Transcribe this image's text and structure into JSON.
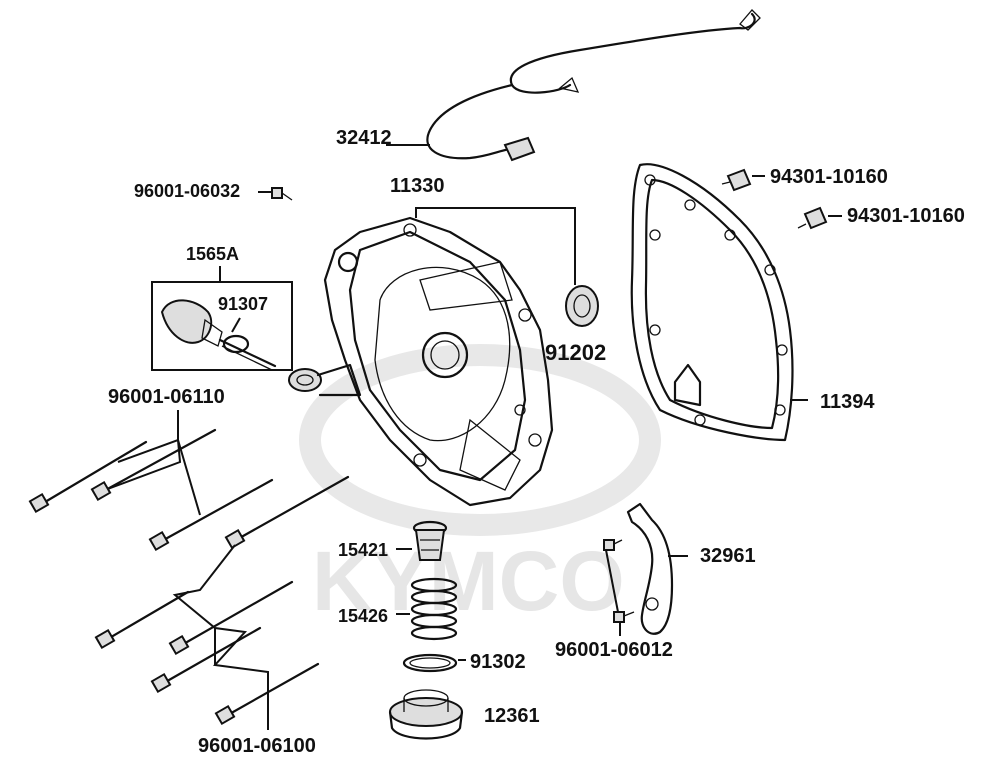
{
  "watermark": {
    "brand": "KYMCO"
  },
  "labels": {
    "p32412": "32412",
    "p96001_06032": "96001-06032",
    "p11330": "11330",
    "p94301_a": "94301-10160",
    "p94301_b": "94301-10160",
    "p1565A": "1565A",
    "p91307": "91307",
    "p91202": "91202",
    "p11394": "11394",
    "p96001_06110": "96001-06110",
    "p15421": "15421",
    "p32961": "32961",
    "p15426": "15426",
    "p91302": "91302",
    "p96001_06012": "96001-06012",
    "p12361": "12361",
    "p96001_06100": "96001-06100"
  }
}
